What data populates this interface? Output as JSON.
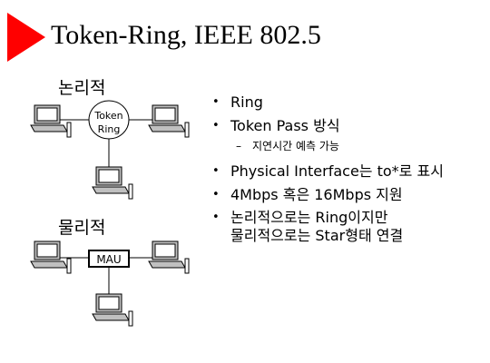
{
  "title": "Token-Ring, IEEE 802.5",
  "colors": {
    "accent": "#ff0000",
    "computer_fill": "#c0c0c0",
    "screen_fill": "#ffffff"
  },
  "icons": [
    "red-triangle-icon",
    "computer-icon"
  ],
  "logical": {
    "label": "논리적",
    "ring_label_line1": "Token",
    "ring_label_line2": "Ring"
  },
  "physical": {
    "label": "물리적",
    "hub_label": "MAU"
  },
  "bullets": [
    {
      "text": "Ring"
    },
    {
      "text": "Token Pass 방식"
    },
    {
      "sub": "지연시간 예측 가능"
    },
    {
      "text": "Physical Interface는 to*로 표시"
    },
    {
      "text": "4Mbps 혹은 16Mbps 지원"
    },
    {
      "line1": "논리적으로는 Ring이지만",
      "line2": "물리적으로는 Star형태 연결"
    }
  ]
}
